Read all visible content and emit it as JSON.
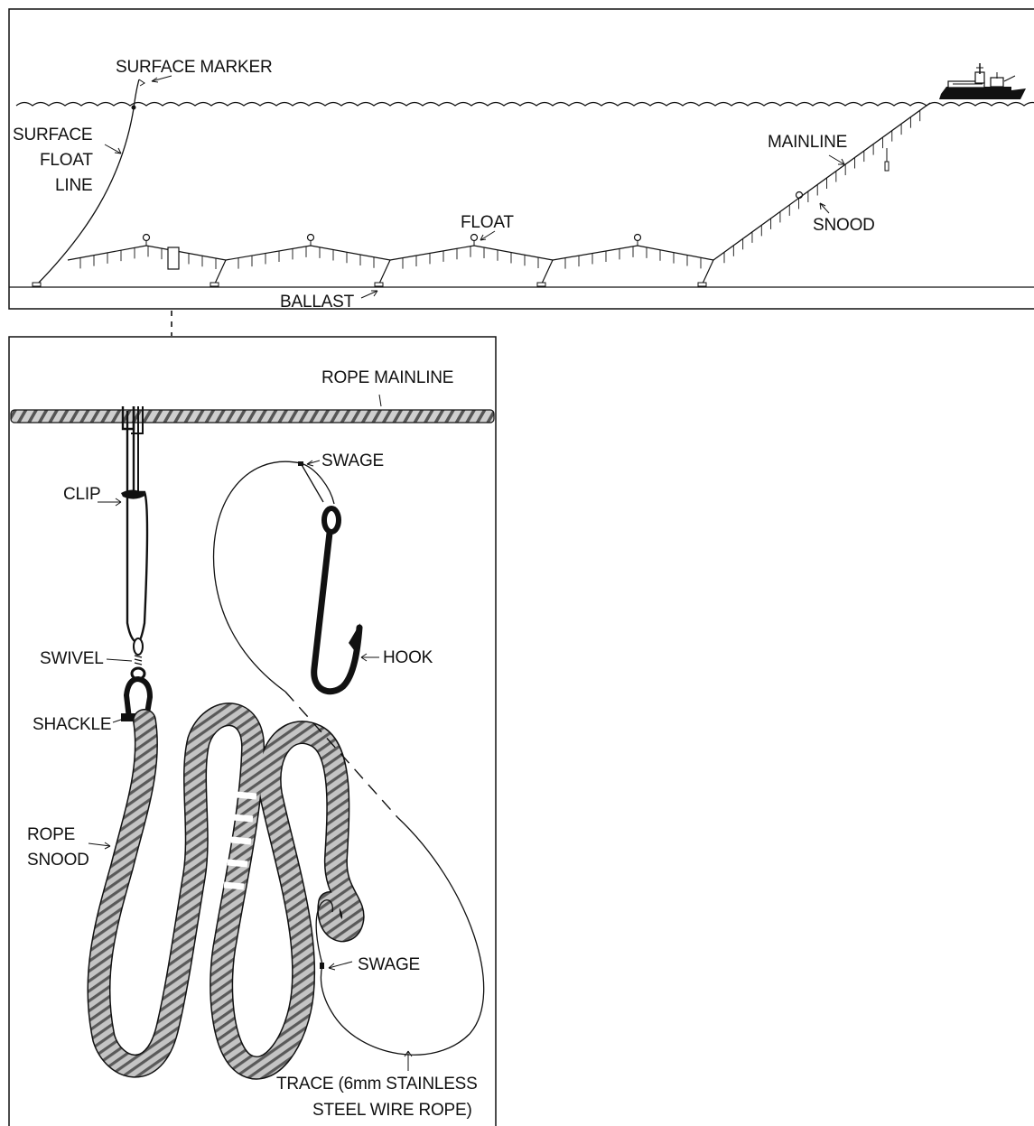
{
  "top_panel": {
    "labels": {
      "surface_marker": "SURFACE MARKER",
      "surface_float_line_1": "SURFACE",
      "surface_float_line_2": "FLOAT",
      "surface_float_line_3": "LINE",
      "mainline": "MAINLINE",
      "float": "FLOAT",
      "snood": "SNOOD",
      "ballast": "BALLAST"
    },
    "icons": [
      "fishing-vessel-icon",
      "float-icon",
      "ballast-weight-icon",
      "radio-beacon-icon"
    ]
  },
  "detail_panel": {
    "labels": {
      "rope_mainline": "ROPE MAINLINE",
      "clip": "CLIP",
      "swage_top": "SWAGE",
      "swivel": "SWIVEL",
      "hook": "HOOK",
      "shackle": "SHACKLE",
      "rope_snood_1": "ROPE",
      "rope_snood_2": "SNOOD",
      "swage_bottom": "SWAGE",
      "trace_1": "TRACE (6mm STAINLESS",
      "trace_2": "STEEL WIRE ROPE)"
    },
    "icons": [
      "hook-icon",
      "clip-icon",
      "swivel-icon",
      "shackle-icon"
    ]
  },
  "colors": {
    "ink": "#111111",
    "rope_fill": "#bdbdbd",
    "rope_stripe": "#5a5a5a",
    "background": "#ffffff"
  }
}
